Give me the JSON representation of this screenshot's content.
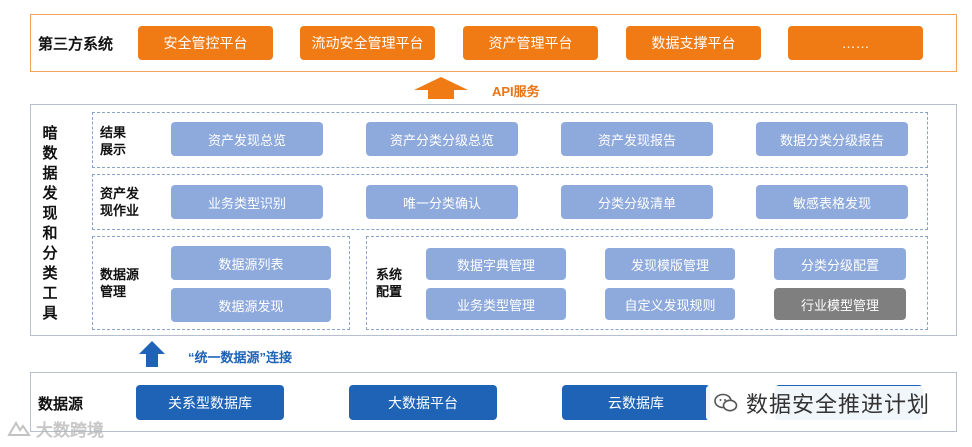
{
  "third_party": {
    "title": "第三方系统",
    "items": [
      "安全管控平台",
      "流动安全管理平台",
      "资产管理平台",
      "数据支撑平台",
      "……"
    ]
  },
  "api_label": "API服务",
  "tool": {
    "title_chars": [
      "暗",
      "数",
      "据",
      "发",
      "现",
      "和",
      "分",
      "类",
      "工",
      "具"
    ],
    "results": {
      "label_lines": [
        "结果",
        "展示"
      ],
      "items": [
        "资产发现总览",
        "资产分类分级总览",
        "资产发现报告",
        "数据分类分级报告"
      ]
    },
    "discovery": {
      "label_lines": [
        "资产发",
        "现作业"
      ],
      "items": [
        "业务类型识别",
        "唯一分类确认",
        "分类分级清单",
        "敏感表格发现"
      ]
    },
    "datasource_mgmt": {
      "label_lines": [
        "数据源",
        "管理"
      ],
      "items": [
        "数据源列表",
        "数据源发现"
      ]
    },
    "system_config": {
      "label_lines": [
        "系统",
        "配置"
      ],
      "items": [
        "数据字典管理",
        "发现模版管理",
        "分类分级配置",
        "业务类型管理",
        "自定义发现规则",
        "行业模型管理"
      ]
    }
  },
  "connect_label": "“统一数据源”连接",
  "datasource": {
    "title": "数据源",
    "items": [
      "关系型数据库",
      "大数据平台",
      "云数据库",
      "……"
    ]
  },
  "watermarks": {
    "right": "数据安全推进计划",
    "left": "大数跨境"
  },
  "colors": {
    "orange": "#f07a14",
    "light_blue": "#8ea9dc",
    "dark_blue": "#1e63b5",
    "gray": "#7f7f7f"
  }
}
